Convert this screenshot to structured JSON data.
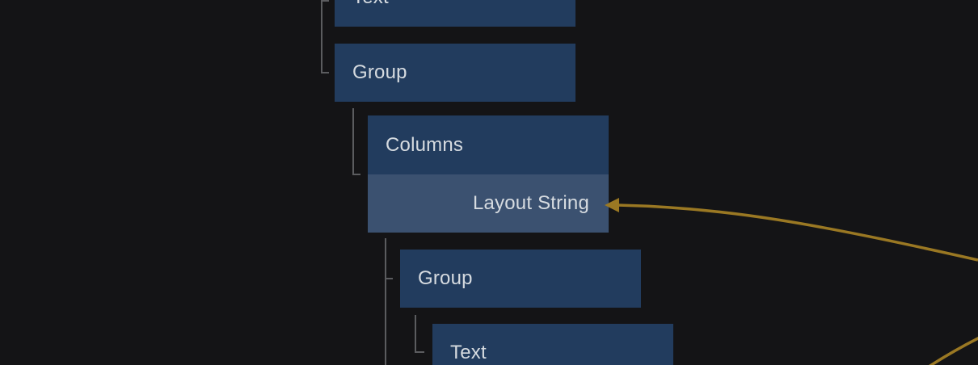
{
  "tree": {
    "nodes": [
      {
        "label": "Text"
      },
      {
        "label": "Group"
      },
      {
        "label": "Columns",
        "port_label": "Layout String"
      },
      {
        "label": "Group"
      },
      {
        "label": "Text"
      }
    ]
  },
  "colors": {
    "background": "#141416",
    "node_fill": "#223C5E",
    "node_highlight_fill": "#3B5170",
    "node_text": "#D6DBE0",
    "tree_line": "#5B5C5F",
    "wire": "#9A7823"
  }
}
